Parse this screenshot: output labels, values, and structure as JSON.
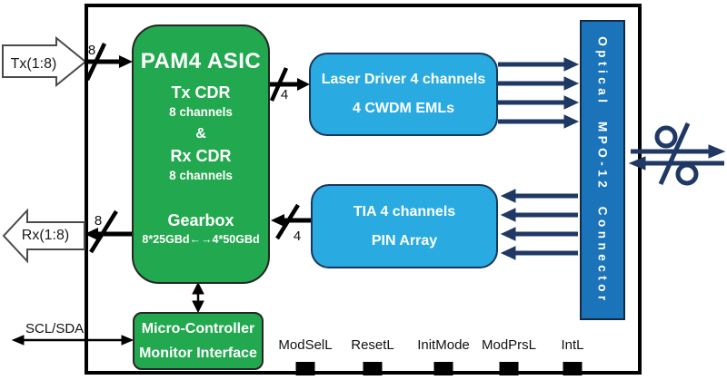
{
  "io": {
    "tx_label": "Tx(1:8)",
    "rx_label": "Rx(1:8)",
    "i2c_label": "SCL/SDA",
    "tx_lanes": "8",
    "rx_lanes": "8",
    "tx_mid_lanes": "4",
    "rx_mid_lanes": "4"
  },
  "asic": {
    "title": "PAM4 ASIC",
    "line1": "Tx CDR",
    "line2": "8 channels",
    "line3": "&",
    "line4": "Rx CDR",
    "line5": "8 channels",
    "line6": "Gearbox",
    "line7": "8*25GBd←→4*50GBd"
  },
  "laser": {
    "line1": "Laser Driver 4 channels",
    "line2": "4 CWDM EMLs"
  },
  "tia": {
    "line1": "TIA 4 channels",
    "line2": "PIN Array"
  },
  "connector": {
    "label": "Optical  MPO-12  Connector"
  },
  "mcu": {
    "line1": "Micro-Controller",
    "line2": "Monitor Interface"
  },
  "pins": [
    {
      "label": "ModSelL"
    },
    {
      "label": "ResetL"
    },
    {
      "label": "InitMode"
    },
    {
      "label": "ModPrsL"
    },
    {
      "label": "IntL"
    }
  ],
  "colors": {
    "asic_green": "#22a84e",
    "optics_blue": "#29aae1",
    "connector_blue": "#1b73ba",
    "fiber_navy": "#1f3864",
    "line_black": "#000000"
  }
}
